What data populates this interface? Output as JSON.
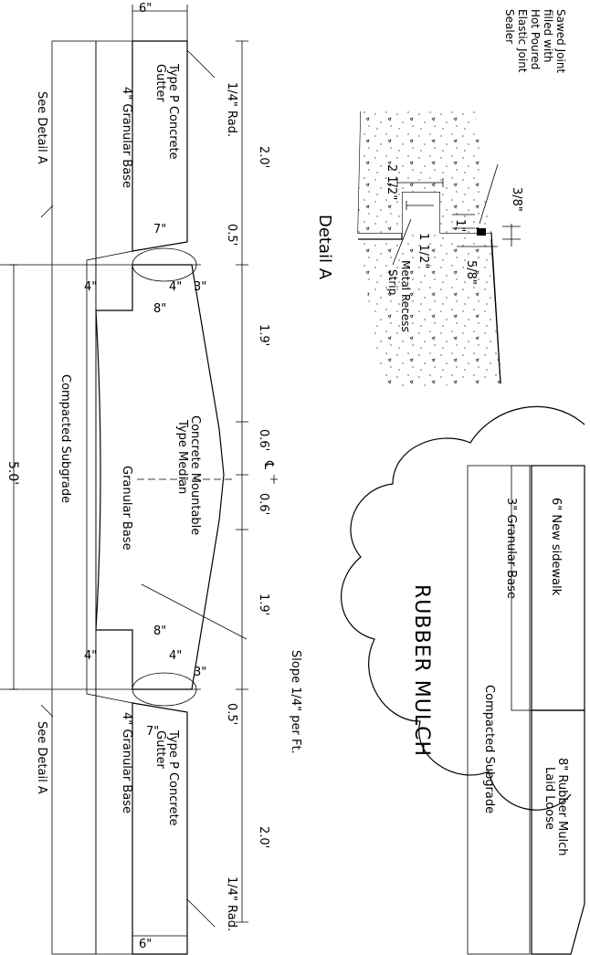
{
  "detail_a": {
    "title": "Detail A",
    "sawed_joint": "Sawed Joint",
    "filled_with": "filled with",
    "hot_poured": "Hot Poured",
    "elastic_joint": "Elastic Joint",
    "sealer": "Sealer",
    "dim_2_5": "2 1/2\"",
    "dim_3_8": "3/8\"",
    "dim_1": "1\"",
    "dim_1_5": "1 1/2\"",
    "dim_5_8": "5/8\"",
    "metal_recess_1": "Metal Recess",
    "metal_recess_2": "Strip"
  },
  "median": {
    "dim_6_top": "6\"",
    "rad_top": "1/4\" Rad.",
    "gutter_top_1": "Type P Concrete",
    "gutter_top_2": "Gutter",
    "base_top": "4\" Granular Base",
    "see_detail_top": "See Detail A",
    "dim_2_0_top": "2.0'",
    "dim_0_5_top": "0.5'",
    "dim_7_top": "7\"",
    "dim_4_top": "4\"",
    "dim_3_top": "3\"",
    "dim_4b_top": "4\"",
    "dim_8_top": "8\"",
    "dim_1_9_top": "1.9'",
    "dim_0_6_top": "0.6'",
    "centerline": "℄",
    "dim_0_6_bot": "0.6'",
    "dim_5_0": "5.0'",
    "compacted": "Compacted Subgrade",
    "granular": "Granular Base",
    "median_1": "Concrete Mountable",
    "median_2": "Type Median",
    "dim_1_9_bot": "1.9'",
    "slope": "Slope 1/4\" per Ft.",
    "dim_8_bot": "8\"",
    "dim_4_bot": "4\"",
    "dim_3_bot": "3\"",
    "dim_4b_bot": "4\"",
    "dim_7_bot": "7\"",
    "dim_0_5_bot": "0.5'",
    "base_bot": "4\" Granular Base",
    "gutter_bot_1": "Type P Concrete",
    "gutter_bot_2": "Gutter",
    "see_detail_bot": "See Detail A",
    "dim_2_0_bot": "2.0'",
    "rad_bot": "1/4\" Rad.",
    "dim_6_bot": "6\""
  },
  "mulch": {
    "title": "RUBBER MULCH",
    "sidewalk": "6\" New sidewalk",
    "granular": "3\" Granular Base",
    "compacted": "Compacted Subgrade",
    "rubber_1": "8\" Rubber Mulch",
    "rubber_2": "Laid Loose"
  }
}
